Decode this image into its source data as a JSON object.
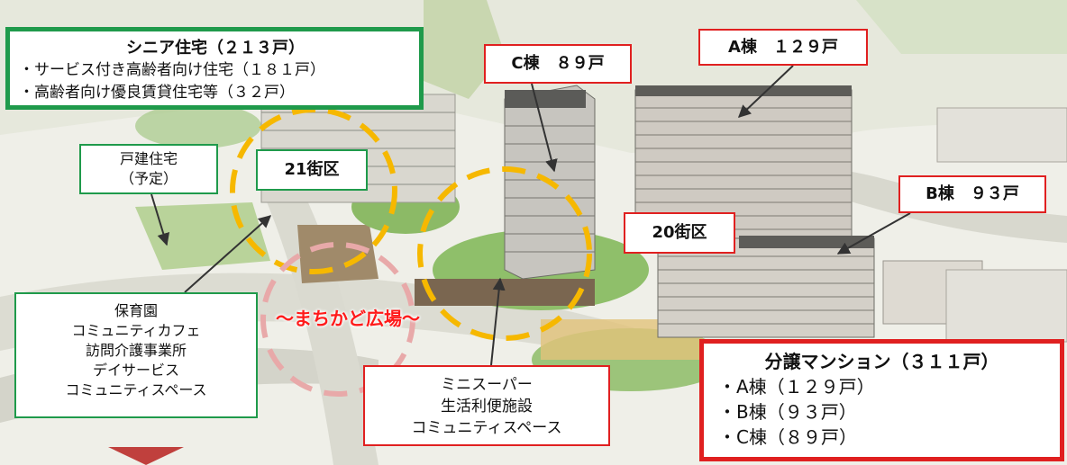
{
  "senior": {
    "title": "シニア住宅（２１３戸）",
    "items": [
      "・サービス付き高齢者向け住宅（１８１戸）",
      "・高齢者向け優良賃貸住宅等（３２戸）"
    ]
  },
  "detached_house": {
    "lines": [
      "戸建住宅",
      "（予定）"
    ]
  },
  "block_21": "21街区",
  "block_20": "20街区",
  "nursery": {
    "lines": [
      "保育園",
      "コミュニティカフェ",
      "訪問介護事業所",
      "デイサービス",
      "コミュニティスペース"
    ]
  },
  "plaza": "～まちかど広場～",
  "mini_super": {
    "lines": [
      "ミニスーパー",
      "生活利便施設",
      "コミュニティスペース"
    ]
  },
  "building_c": "C棟　８９戸",
  "building_a": "A棟　１２９戸",
  "building_b": "B棟　９３戸",
  "condo": {
    "title": "分譲マンション（３１１戸）",
    "items": [
      "・A棟（１２９戸）",
      "・B棟（９３戸）",
      "・C棟（８９戸）"
    ]
  },
  "colors": {
    "green": "#1f9a4b",
    "red": "#e02020",
    "circle_orange": "#f6b800",
    "circle_pink": "#e8a9a9",
    "arrow": "#c0403d"
  }
}
